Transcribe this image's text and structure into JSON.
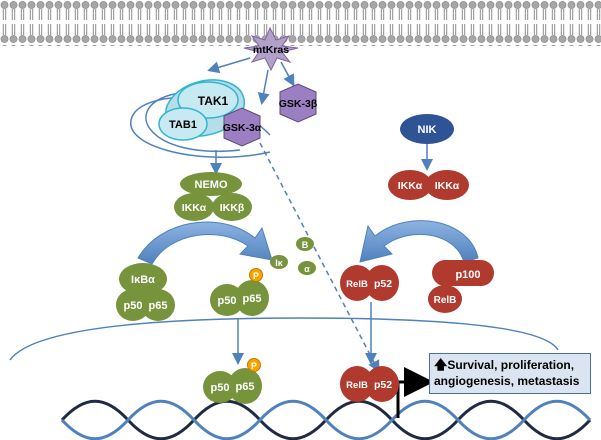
{
  "labels": {
    "mtkras": "mtKras",
    "tak1": "TAK1",
    "tab1": "TAB1",
    "gsk3a": "GSK-3α",
    "gsk3b": "GSK-3β",
    "nik": "NIK",
    "nemo": "NEMO",
    "ikka_left": "IKKα",
    "ikkb": "IKKβ",
    "ikka_right_1": "IKKα",
    "ikka_right_2": "IKKα",
    "ikba": "IκBα",
    "p50_a": "p50",
    "p65_a": "p65",
    "p50_b": "p50",
    "p65_b": "p65",
    "p50_c": "p50",
    "p65_c": "p65",
    "phos_b": "P",
    "phos_c": "P",
    "frag_b": "B",
    "frag_ik": "Iκ",
    "frag_alpha": "α",
    "relb_a": "RelB",
    "p52_a": "p52",
    "relb_b": "RelB",
    "p52_b": "p52",
    "p100": "p100",
    "relb_c": "RelB"
  },
  "outcome": {
    "arrow": "🡅",
    "line1": "Survival, proliferation,",
    "line2": "angiogenesis, metastasis"
  },
  "colors": {
    "green": "#77933c",
    "red": "#b03a2e",
    "purple": "#8064a2",
    "blue_arrow": "#4f81bd",
    "cyan": "#b7dee8",
    "nik": "#2f5496",
    "phospho": "#f6a500"
  }
}
